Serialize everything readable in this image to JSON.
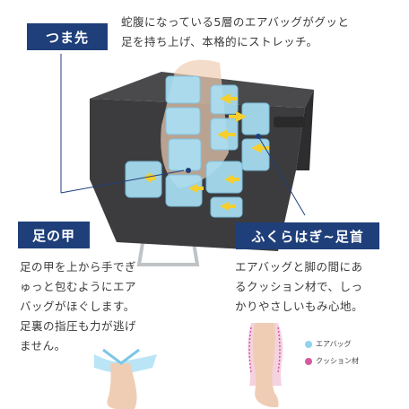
{
  "top": {
    "tag": "つま先",
    "line1": "蛇腹になっている5層のエアバッグがグッと",
    "line2": "足を持ち上げ、本格的にストレッチ。"
  },
  "left": {
    "tag": "足の甲",
    "lines": [
      "足の甲を上から手でぎ",
      "ゅっと包むようにエア",
      "バッグがほぐします。",
      "足裏の指圧も力が逃げ",
      "ません。"
    ]
  },
  "right": {
    "tag": "ふくらはぎ~足首",
    "lines": [
      "エアバッグと脚の間にあ",
      "るクッション材で、しっ",
      "かりやさしいもみ心地。"
    ]
  },
  "legend": [
    {
      "label": "エアバッグ",
      "color": "#8fd3ee"
    },
    {
      "label": "クッション材",
      "color": "#d65aa0"
    }
  ],
  "colors": {
    "accent": "#1f3f7a",
    "airbag": "#a9dff4",
    "arrow": "#f5cf2d",
    "device": "#3c3c3e"
  }
}
